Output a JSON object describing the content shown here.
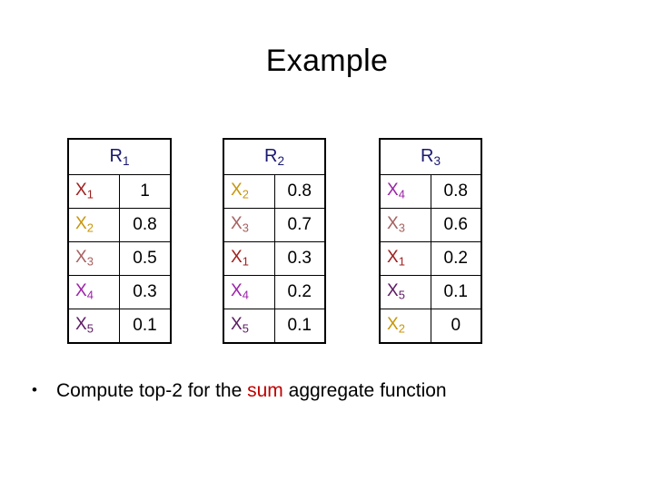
{
  "slide": {
    "title": "Example",
    "bullet": {
      "marker": "•",
      "text_before": "Compute top-2 for the ",
      "highlight": "sum",
      "text_after": " aggregate function"
    }
  },
  "colors": {
    "background": "#ffffff",
    "text": "#000000",
    "list_header": "#191970",
    "highlight_sum": "#C00000",
    "x1": "#A02020",
    "x2": "#C8960C",
    "x3": "#A86060",
    "x4": "#9B23A8",
    "x5": "#5C1A63"
  },
  "tables": [
    {
      "name": "R1",
      "header_base": "R",
      "header_sub": "1",
      "rows": [
        {
          "item_base": "X",
          "item_sub": "1",
          "item_color": "#A02020",
          "value": "1"
        },
        {
          "item_base": "X",
          "item_sub": "2",
          "item_color": "#C8960C",
          "value": "0.8"
        },
        {
          "item_base": "X",
          "item_sub": "3",
          "item_color": "#A86060",
          "value": "0.5"
        },
        {
          "item_base": "X",
          "item_sub": "4",
          "item_color": "#9B23A8",
          "value": "0.3"
        },
        {
          "item_base": "X",
          "item_sub": "5",
          "item_color": "#5C1A63",
          "value": "0.1"
        }
      ]
    },
    {
      "name": "R2",
      "header_base": "R",
      "header_sub": "2",
      "rows": [
        {
          "item_base": "X",
          "item_sub": "2",
          "item_color": "#C8960C",
          "value": "0.8"
        },
        {
          "item_base": "X",
          "item_sub": "3",
          "item_color": "#A86060",
          "value": "0.7"
        },
        {
          "item_base": "X",
          "item_sub": "1",
          "item_color": "#A02020",
          "value": "0.3"
        },
        {
          "item_base": "X",
          "item_sub": "4",
          "item_color": "#9B23A8",
          "value": "0.2"
        },
        {
          "item_base": "X",
          "item_sub": "5",
          "item_color": "#5C1A63",
          "value": "0.1"
        }
      ]
    },
    {
      "name": "R3",
      "header_base": "R",
      "header_sub": "3",
      "rows": [
        {
          "item_base": "X",
          "item_sub": "4",
          "item_color": "#9B23A8",
          "value": "0.8"
        },
        {
          "item_base": "X",
          "item_sub": "3",
          "item_color": "#A86060",
          "value": "0.6"
        },
        {
          "item_base": "X",
          "item_sub": "1",
          "item_color": "#A02020",
          "value": "0.2"
        },
        {
          "item_base": "X",
          "item_sub": "5",
          "item_color": "#5C1A63",
          "value": "0.1"
        },
        {
          "item_base": "X",
          "item_sub": "2",
          "item_color": "#C8960C",
          "value": "0"
        }
      ]
    }
  ]
}
